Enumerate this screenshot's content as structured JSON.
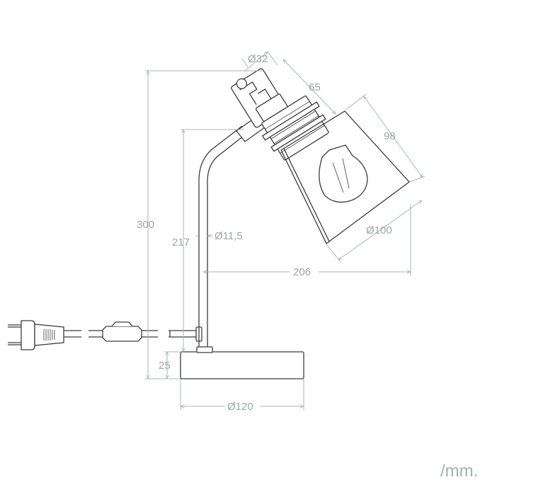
{
  "dimensions": {
    "total_height": "300",
    "stem_height": "217",
    "stem_diameter": "Ø11,5",
    "socket_diameter": "Ø32",
    "socket_length": "65",
    "shade_length": "98",
    "shade_diameter": "Ø100",
    "reach": "206",
    "base_height": "25",
    "base_diameter": "Ø120"
  },
  "unit": "/mm.",
  "icons": {
    "plug": "power-plug-icon",
    "switch": "inline-switch-icon"
  }
}
